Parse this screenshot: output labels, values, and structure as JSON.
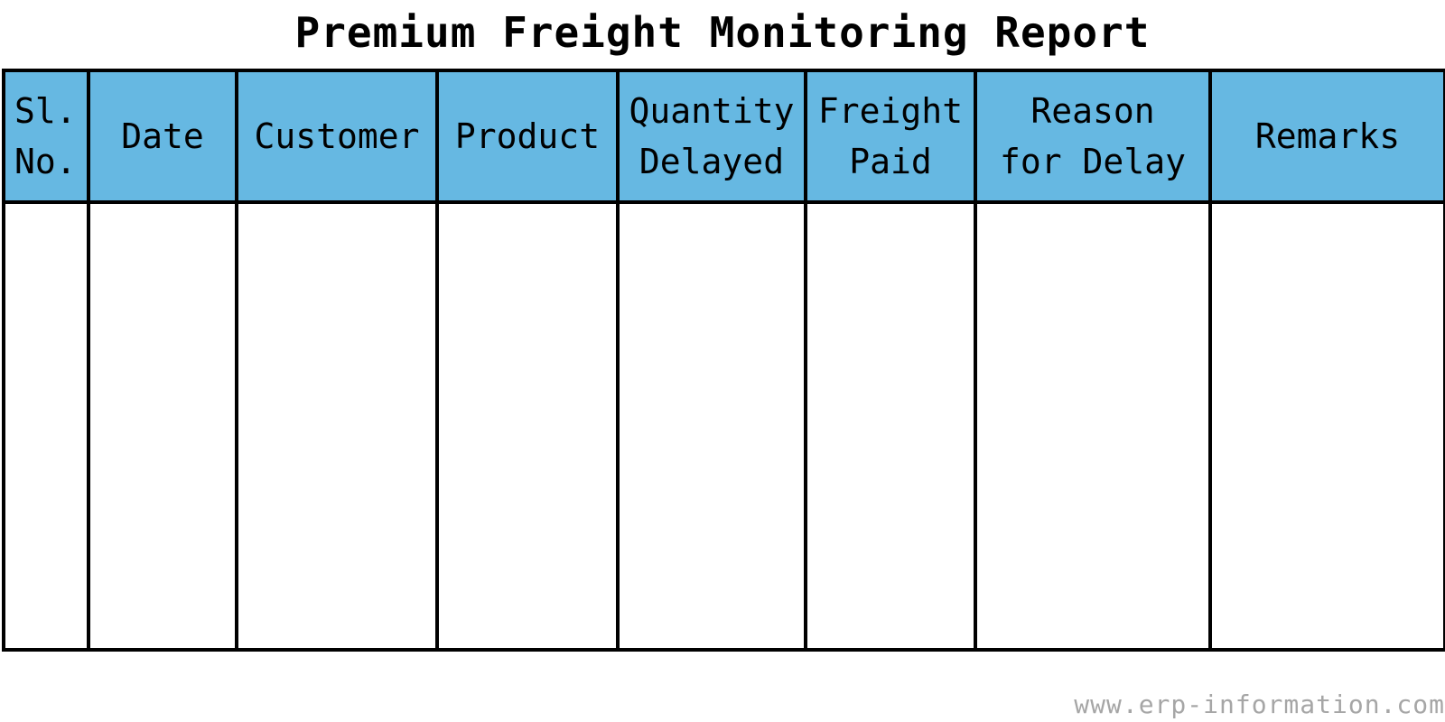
{
  "title": "Premium Freight Monitoring Report",
  "header_color": "#66b8e2",
  "columns": [
    {
      "label": "Sl.\nNo."
    },
    {
      "label": "Date"
    },
    {
      "label": "Customer"
    },
    {
      "label": "Product"
    },
    {
      "label": "Quantity\nDelayed"
    },
    {
      "label": "Freight\nPaid"
    },
    {
      "label": "Reason\nfor Delay"
    },
    {
      "label": "Remarks"
    }
  ],
  "rows": [
    [
      "",
      "",
      "",
      "",
      "",
      "",
      "",
      ""
    ]
  ],
  "watermark": "www.erp-information.com"
}
